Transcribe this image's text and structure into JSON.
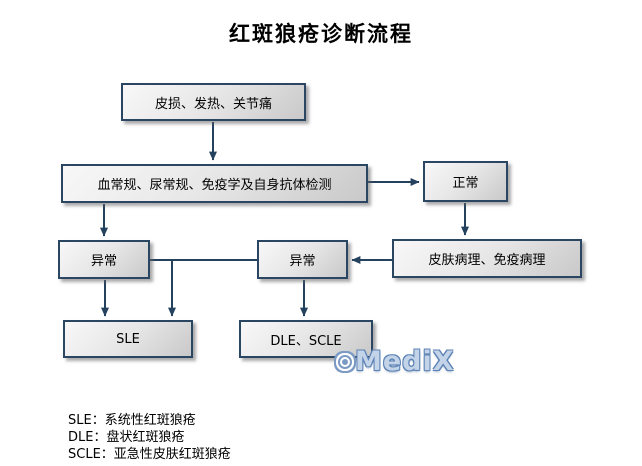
{
  "title": "红斑狼疮诊断流程",
  "colors": {
    "box_border": "#2a4662",
    "box_fill_top": "#f8f8f8",
    "box_fill_bottom": "#c9c9c9",
    "arrow": "#24415e",
    "watermark_blue": "#7b9ac4",
    "text": "#000000"
  },
  "nodes": {
    "symptoms": {
      "label": "皮损、发热、关节痛"
    },
    "tests": {
      "label": "血常规、尿常规、免疫学及自身抗体检测"
    },
    "normal": {
      "label": "正常"
    },
    "abnormal_left": {
      "label": "异常"
    },
    "abnormal_mid": {
      "label": "异常"
    },
    "pathology": {
      "label": "皮肤病理、免疫病理"
    },
    "sle": {
      "label": "SLE"
    },
    "dle_scle": {
      "label": "DLE、SCLE"
    }
  },
  "edges": [
    {
      "from": "symptoms",
      "to": "tests",
      "arrow": true
    },
    {
      "from": "tests",
      "to": "normal",
      "arrow": true
    },
    {
      "from": "tests",
      "to": "abnormal_left",
      "arrow": true
    },
    {
      "from": "normal",
      "to": "pathology",
      "arrow": true
    },
    {
      "from": "pathology",
      "to": "abnormal_mid",
      "arrow": true
    },
    {
      "from": "abnormal_left",
      "to": "sle",
      "arrow": true
    },
    {
      "from": "abnormal_mid",
      "to": "abnormal_left",
      "arrow": false
    },
    {
      "from": "abnormal_mid",
      "to": "sle",
      "arrow": true
    },
    {
      "from": "abnormal_mid",
      "to": "dle_scle",
      "arrow": true
    }
  ],
  "watermark": {
    "at_symbol": "@",
    "text": "MediX"
  },
  "legend": [
    "SLE：系统性红斑狼疮",
    "DLE：盘状红斑狼疮",
    "SCLE：亚急性皮肤红斑狼疮"
  ]
}
